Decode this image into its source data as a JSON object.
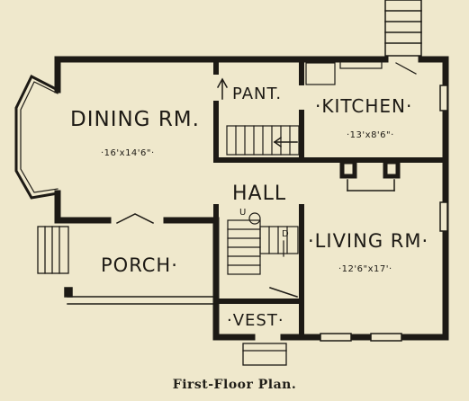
{
  "plan": {
    "caption": "First-Floor Plan.",
    "rooms": {
      "dining": {
        "name": "DINING RM.",
        "dims": "·16'x14'6\"·"
      },
      "pantry": {
        "name": "PANT."
      },
      "kitchen": {
        "name": "·KITCHEN·",
        "dims": "·13'x8'6\"·"
      },
      "hall": {
        "name": "HALL"
      },
      "living": {
        "name": "·LIVING RM·",
        "dims": "·12'6\"x17'·"
      },
      "porch": {
        "name": "PORCH·"
      },
      "vestibule": {
        "name": "·VEST·"
      }
    },
    "stair_marks": {
      "up": "U",
      "down": "D"
    }
  },
  "colors": {
    "paper": "#efe8cc",
    "ink": "#1d1a15"
  }
}
